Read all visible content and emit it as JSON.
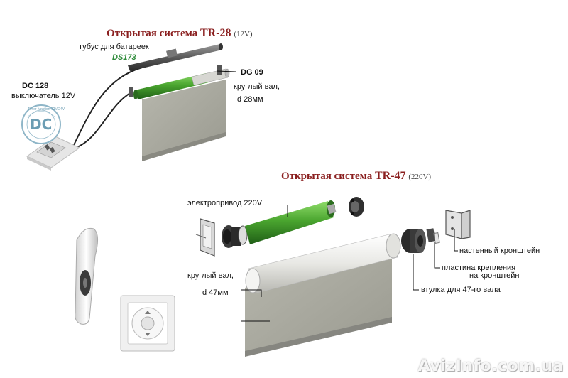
{
  "tr28": {
    "title_prefix": "Открытая система",
    "title_model": "TR-28",
    "title_voltage": "(12V)",
    "battery_tube": "тубус для батареек",
    "battery_model": "DS173",
    "switch_model": "DC 128",
    "switch_desc": "выключатель 12V",
    "switch_logo": "DC",
    "switch_ring": "Timer function 12V/24V",
    "shaft_model": "DG 09",
    "shaft_desc": "круглый вал,",
    "shaft_diam": "d 28мм"
  },
  "tr47": {
    "title_prefix": "Открытая система",
    "title_model": "TR-47",
    "title_voltage": "(220V)",
    "motor": "электропривод 220V",
    "bracket": "настенный кронштейн",
    "plate_line1": "пластина крепления",
    "plate_line2": "на кронштейн",
    "sleeve": "втулка для 47-го вала",
    "shaft_desc": "круглый вал,",
    "shaft_diam": "d 47мм"
  },
  "watermark": "AvizInfo.com.ua",
  "colors": {
    "title": "#8a1f1f",
    "tube_green": "#3f9a2c",
    "fabric": "#a9a99f"
  }
}
